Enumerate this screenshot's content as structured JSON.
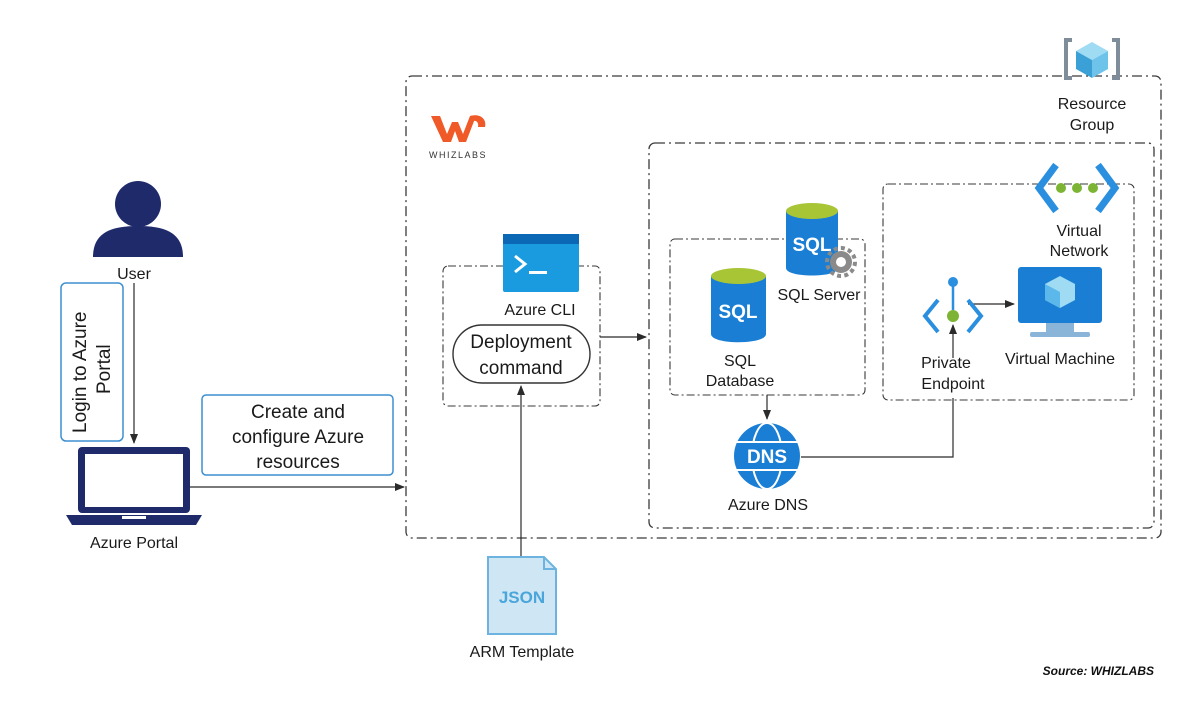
{
  "nodes": {
    "user": "User",
    "azure_portal": "Azure Portal",
    "login_note": [
      "Login to Azure",
      "Portal"
    ],
    "create_note": [
      "Create and",
      "configure Azure",
      "resources"
    ],
    "azure_cli": "Azure CLI",
    "deployment": [
      "Deployment",
      "command"
    ],
    "arm_template": "ARM Template",
    "json_icon_text": "JSON",
    "resource_group": [
      "Resource",
      "Group"
    ],
    "sql_server": "SQL Server",
    "sql_database": [
      "SQL",
      "Database"
    ],
    "sql_icon_text": "SQL",
    "virtual_network": [
      "Virtual",
      "Network"
    ],
    "virtual_machine": "Virtual Machine",
    "private_endpoint": [
      "Private",
      "Endpoint"
    ],
    "azure_dns": "Azure DNS",
    "dns_icon_text": "DNS",
    "logo_text": "WHIZLABS"
  },
  "source": "Source: WHIZLABS",
  "colors": {
    "navy": "#1f2a6b",
    "azure_blue": "#1a7fd4",
    "sql_green": "#a8c536",
    "logo_orange": "#f05a28",
    "note_border": "#3c8fd0"
  }
}
